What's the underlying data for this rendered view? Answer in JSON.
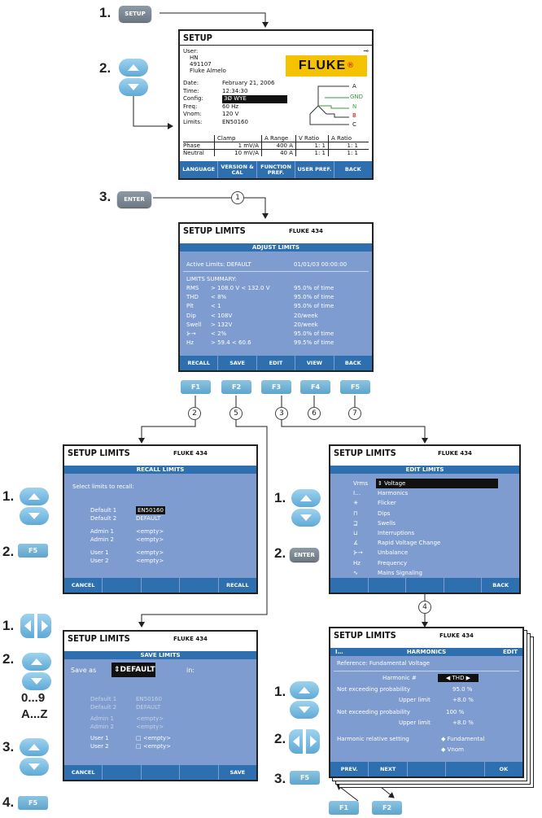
{
  "steps": {
    "s1": "1.",
    "s2": "2.",
    "s3": "3.",
    "s4": "4."
  },
  "keys": {
    "setup": "SETUP",
    "enter": "ENTER",
    "f1": "F1",
    "f2": "F2",
    "f3": "F3",
    "f4": "F4",
    "f5": "F5"
  },
  "circles": [
    "1",
    "2",
    "3",
    "4",
    "5",
    "6",
    "7"
  ],
  "alnum": {
    "digits": "0...9",
    "letters": "A...Z"
  },
  "setup": {
    "title": "SETUP",
    "user_label": "User:",
    "user_lines": [
      "HN",
      "491107",
      "Fluke Almelo"
    ],
    "logo": "FLUKE",
    "date_label": "Date:",
    "date_value": "February 21, 2006",
    "time_label": "Time:",
    "time_value": "12:34:30",
    "config_label": "Config:",
    "config_value": "3Ø WYE",
    "freq_label": "Freq:",
    "freq_value": "60 Hz",
    "vnom_label": "Vnom:",
    "vnom_value": "120 V",
    "limits_label": "Limits:",
    "limits_value": "EN50160",
    "phase_labels": [
      "A",
      "GND",
      "N",
      "B",
      "C"
    ],
    "table_headers": [
      "",
      "Clamp",
      "A Range",
      "V Ratio",
      "A Ratio"
    ],
    "table_rows": [
      [
        "Phase",
        "1 mV/A",
        "400 A",
        "1:   1",
        "1:   1"
      ],
      [
        "Neutral",
        "10 mV/A",
        "40 A",
        "1:   1",
        "1:   1"
      ]
    ],
    "fkeys": [
      "LANGUAGE",
      "VERSION & CAL",
      "FUNCTION PREF.",
      "USER PREF.",
      "BACK"
    ]
  },
  "limits": {
    "title": "SETUP LIMITS",
    "model": "FLUKE 434",
    "bar": "ADJUST LIMITS",
    "active": "Active Limits: DEFAULT",
    "datetime": "01/01/03 00:00:00",
    "summary_label": "LIMITS SUMMARY:",
    "rows": [
      [
        "RMS",
        "> 108.0 V < 132.0 V",
        "95.0% of time"
      ],
      [
        "THD",
        "<  8%",
        "95.0% of time"
      ],
      [
        "Plt",
        "<  1",
        "95.0% of time"
      ],
      [
        "Dip",
        "< 108V",
        "20/week"
      ],
      [
        "Swell",
        "> 132V",
        "20/week"
      ],
      [
        "⊱→",
        "<  2%",
        "95.0% of time"
      ],
      [
        "Hz",
        "> 59.4 < 60.6",
        "99.5% of time"
      ]
    ],
    "fkeys": [
      "RECALL",
      "SAVE",
      "EDIT",
      "VIEW",
      "BACK"
    ]
  },
  "recall": {
    "title": "SETUP LIMITS",
    "model": "FLUKE 434",
    "bar": "RECALL LIMITS",
    "prompt": "Select limits to recall:",
    "items": [
      [
        "Default 1",
        "EN50160"
      ],
      [
        "Default 2",
        "DEFAULT"
      ],
      [
        "Admin 1",
        "<empty>"
      ],
      [
        "Admin 2",
        "<empty>"
      ],
      [
        "User 1",
        "<empty>"
      ],
      [
        "User 2",
        "<empty>"
      ]
    ],
    "fkeys": [
      "CANCEL",
      "",
      "",
      "",
      "RECALL"
    ]
  },
  "edit": {
    "title": "SETUP LIMITS",
    "model": "FLUKE 434",
    "bar": "EDIT LIMITS",
    "items": [
      [
        "Vrms",
        "Voltage"
      ],
      [
        "I…",
        "Harmonics"
      ],
      [
        "☀",
        "Flicker"
      ],
      [
        "⊓",
        "Dips"
      ],
      [
        "⊒",
        "Swells"
      ],
      [
        "⊔",
        "Interruptions"
      ],
      [
        "∡",
        "Rapid Voltage Change"
      ],
      [
        "⊱→",
        "Unbalance"
      ],
      [
        "Hz",
        "Frequency"
      ],
      [
        "∿",
        "Mains Signaling"
      ]
    ],
    "fkeys": [
      "",
      "",
      "",
      "",
      "BACK"
    ]
  },
  "save": {
    "title": "SETUP LIMITS",
    "model": "FLUKE 434",
    "bar": "SAVE LIMITS",
    "save_as": "Save as",
    "name": "DEFAULT",
    "in": "in:",
    "items": [
      [
        "Default 1",
        "EN50160"
      ],
      [
        "Default 2",
        "DEFAULT"
      ],
      [
        "Admin 1",
        "<empty>"
      ],
      [
        "Admin 2",
        "<empty>"
      ],
      [
        "User 1",
        "□ <empty>"
      ],
      [
        "User 2",
        "□ <empty>"
      ]
    ],
    "fkeys": [
      "CANCEL",
      "",
      "",
      "",
      "SAVE"
    ]
  },
  "harm": {
    "title": "SETUP LIMITS",
    "model": "FLUKE 434",
    "bar_left": "I…",
    "bar_center": "HARMONICS",
    "bar_right": "EDIT",
    "reference": "Reference:  Fundamental Voltage",
    "harm_label": "Harmonic #",
    "harm_value": "◀  THD ▶",
    "prob1_label": "Not exceeding probability",
    "prob1_value": "95.0 %",
    "upper1_label": "Upper limit",
    "upper1_value": "+8.0 %",
    "prob2_label": "Not exceeding probability",
    "prob2_value": "100 %",
    "upper2_label": "Upper limit",
    "upper2_value": "+8.0 %",
    "relative_label": "Harmonic relative setting",
    "opt1": "◆ Fundamental",
    "opt2": "◆ Vnom",
    "fkeys": [
      "PREV.",
      "NEXT",
      "",
      "",
      "OK"
    ]
  }
}
